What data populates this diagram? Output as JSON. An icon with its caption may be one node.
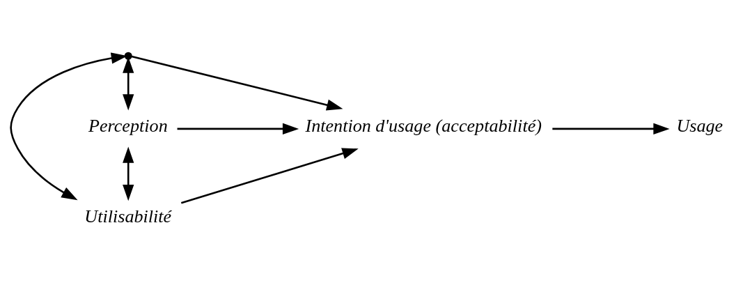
{
  "diagram": {
    "nodes": [
      {
        "text": [],
        "shape": "point"
      },
      {
        "text": [
          "Perception"
        ]
      },
      {
        "text": [
          "Utilisabilité"
        ]
      },
      {
        "text": [
          "Intention d'usage (acceptabilité)"
        ]
      },
      {
        "text": [
          "Usage"
        ]
      }
    ],
    "edges": [
      {
        "from": 0,
        "to": 2,
        "arrow": "both"
      },
      {
        "from": 0,
        "to": 1,
        "arrow": "both"
      },
      {
        "from": 1,
        "to": 2,
        "arrow": "both"
      },
      {
        "from": 0,
        "to": 3,
        "arrow": "to"
      },
      {
        "from": 1,
        "to": 3,
        "arrow": "to"
      },
      {
        "from": 2,
        "to": 3,
        "arrow": "to"
      },
      {
        "from": 3,
        "to": 4,
        "arrow": "to"
      }
    ]
  }
}
